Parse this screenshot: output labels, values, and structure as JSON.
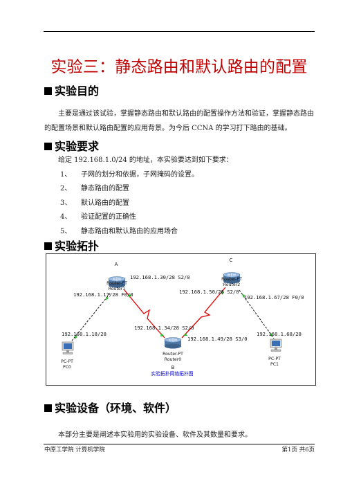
{
  "title": "实验三：静态路由和默认路由的配置",
  "colors": {
    "title": "#c00000",
    "serial_link": "#e00000",
    "caption": "#0000cc",
    "link_light": "#22bb22"
  },
  "sections": {
    "purpose": {
      "heading": "实验目的",
      "line1": "主要是通过该试验，掌握静态路由和默认路由的配置操作方法和验证，掌握静态路由",
      "line2": "的配置场景和默认路由配置的应用背景。为今后 CCNA 的学习打下路由的基础。"
    },
    "requirements": {
      "heading": "实验要求",
      "intro": "给定 192.168.1.0/24 的地址，本实验要达到如下要求：",
      "items": [
        {
          "num": "1、",
          "text": "子网的划分和依据，子网掩码的设置。"
        },
        {
          "num": "2、",
          "text": "静态路由的配置"
        },
        {
          "num": "3、",
          "text": "默认路由的配置"
        },
        {
          "num": "4、",
          "text": "验证配置的正确性"
        },
        {
          "num": "5、",
          "text": "静态路由和默认路由的应用场合"
        }
      ]
    },
    "topology": {
      "heading": "实验拓扑",
      "routers": [
        {
          "letter": "A",
          "type": "Router-PT",
          "name": "Router1"
        },
        {
          "letter": "C",
          "type": "Router-PT",
          "name": "Router2"
        },
        {
          "letter": "B",
          "type": "Router-PT",
          "name": "Router0"
        }
      ],
      "pcs": [
        {
          "type": "PC-PT",
          "name": "PC0"
        },
        {
          "type": "PC-PT",
          "name": "PC1"
        }
      ],
      "interfaces": {
        "a_s2": "192.168.1.30/28 S2/0",
        "a_f0": "192.168.1.17/28 F0/0",
        "pc0": "192.168.1.18/28",
        "b_s2": "192.168.1.34/28 S2/0",
        "c_s2": "192.168.1.50/28 S2/0",
        "b_s3": "192.168.1.49/28 S3/0",
        "c_f0": "192.168.1.67/28 F0/0",
        "pc1": "192.168.1.68/28"
      },
      "caption": "实验拓扑网络拓扑图"
    },
    "equipment": {
      "heading": "实验设备（环境、软件）",
      "text": "本部分主要是阐述本实验用的实验设备、软件及其数量和要求。"
    }
  },
  "footer": {
    "left": "中原工学院  计算机学院",
    "right": "第1页  共6页"
  }
}
